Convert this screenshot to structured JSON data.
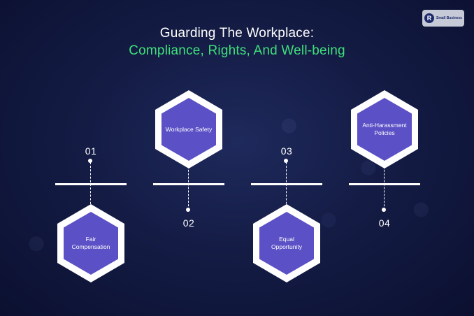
{
  "brand": {
    "logo_text": "Small Business"
  },
  "title": {
    "line1": "Guarding The Workplace:",
    "line2": "Compliance, Rights, And Well-being"
  },
  "steps": [
    {
      "number": "01",
      "label": "Fair\nCompensation"
    },
    {
      "number": "02",
      "label": "Workplace Safety"
    },
    {
      "number": "03",
      "label": "Equal\nOpportunity"
    },
    {
      "number": "04",
      "label": "Anti-Harassment\nPolicies"
    }
  ],
  "colors": {
    "hex_fill": "#5b50c6",
    "hex_border": "#ffffff",
    "title_accent": "#3fe07a",
    "background": "#141c45"
  }
}
